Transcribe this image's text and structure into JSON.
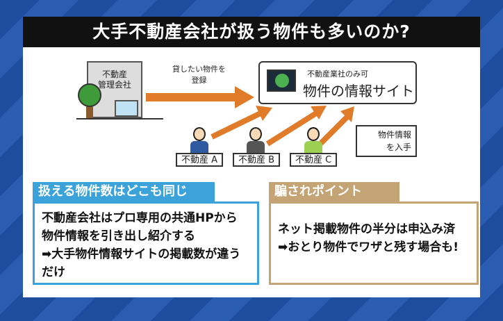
{
  "title": "大手不動産会社が扱う物件も多いのか?",
  "diagram": {
    "management_company": "不動産\n管理会社",
    "register_label": "貸したい物件を\n登録",
    "site_sub": "不動産業社のみ可",
    "site_main": "物件の情報サイト",
    "agents": [
      "不動産 A",
      "不動産 B",
      "不動産 C"
    ],
    "bubble": "物件情報\nを入手",
    "arrow_color": "#e07b2a"
  },
  "left_box": {
    "header": "扱える物件数はどこも同じ",
    "lines": [
      "不動産会社はプロ専用の共通HPから",
      "物件情報を引き出し紹介する",
      "➡大手物件情報サイトの掲載数が違うだけ"
    ],
    "color": "#3ba3d9"
  },
  "right_box": {
    "header": "騙されポイント",
    "lines": [
      "ネット掲載物件の半分は申込み済",
      "➡おとり物件でワザと残す場合も!"
    ],
    "color": "#c4a374"
  }
}
